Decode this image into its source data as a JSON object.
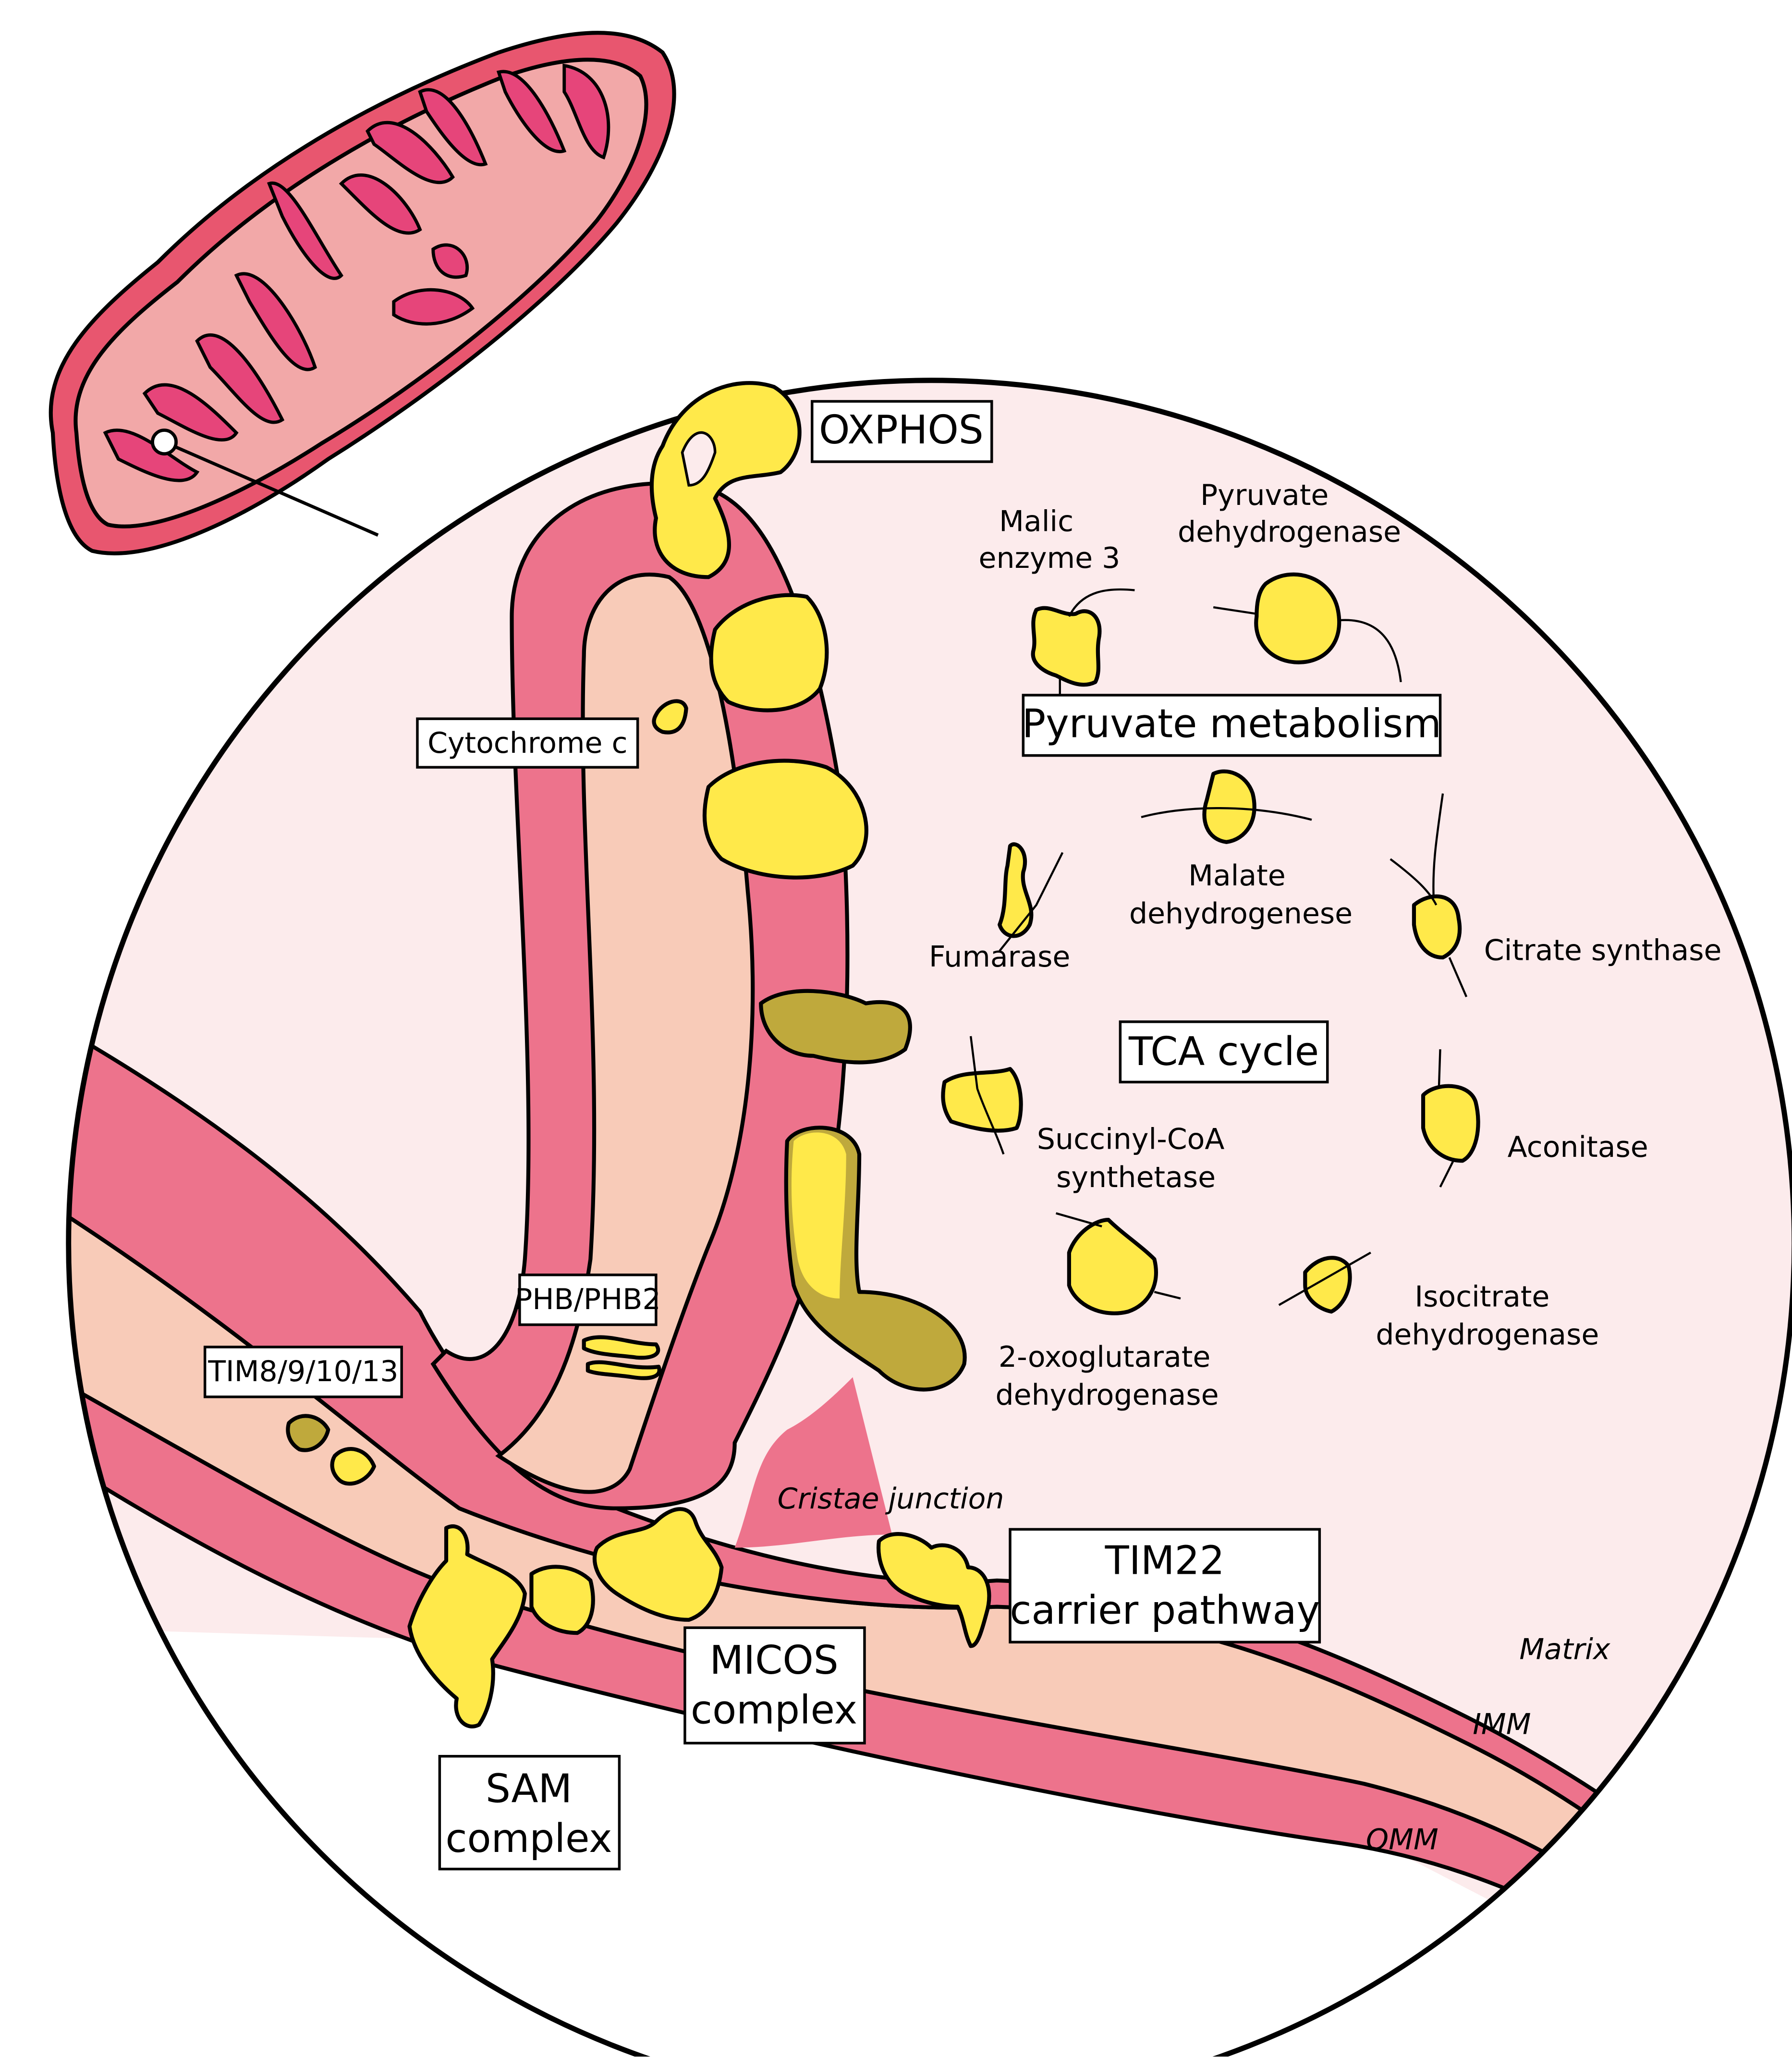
{
  "colors": {
    "matrix": "#fcebec",
    "membrane": "#ed738c",
    "intermembrane_space": "#f8cbb8",
    "protein_light": "#ffe94a",
    "protein_dark": "#bfa93c",
    "mito_outline_fill": "#e8566f",
    "mito_inner": "#f2a8a8",
    "cristae": "#e6457a",
    "outline": "#000000"
  },
  "labels": {
    "oxphos": "OXPHOS",
    "malic_enzyme": [
      "Malic",
      "enzyme 3"
    ],
    "pyruvate_dehydrogenase": [
      "Pyruvate",
      "dehydrogenase"
    ],
    "pyruvate_metabolism": "Pyruvate metabolism",
    "cytochrome_c": "Cytochrome c",
    "malate_dehydrogenase": [
      "Malate",
      "dehydrogenese"
    ],
    "fumarase": "Fumarase",
    "citrate_synthase": "Citrate synthase",
    "tca_cycle": "TCA cycle",
    "succinyl_coa_synthetase": [
      "Succinyl-CoA",
      "synthetase"
    ],
    "aconitase": "Aconitase",
    "phb": "PHB/PHB2",
    "two_oxoglutarate_dehydrogenase": [
      "2-oxoglutarate",
      "dehydrogenase"
    ],
    "isocitrate_dehydrogenase": [
      "Isocitrate",
      "dehydrogenase"
    ],
    "tim8": "TIM8/9/10/13",
    "cristae_junction": "Cristae junction",
    "tim22": [
      "TIM22",
      "carrier pathway"
    ],
    "matrix": "Matrix",
    "micos": [
      "MICOS",
      "complex"
    ],
    "imm": "IMM",
    "sam": [
      "SAM",
      "complex"
    ],
    "omm": "OMM"
  }
}
